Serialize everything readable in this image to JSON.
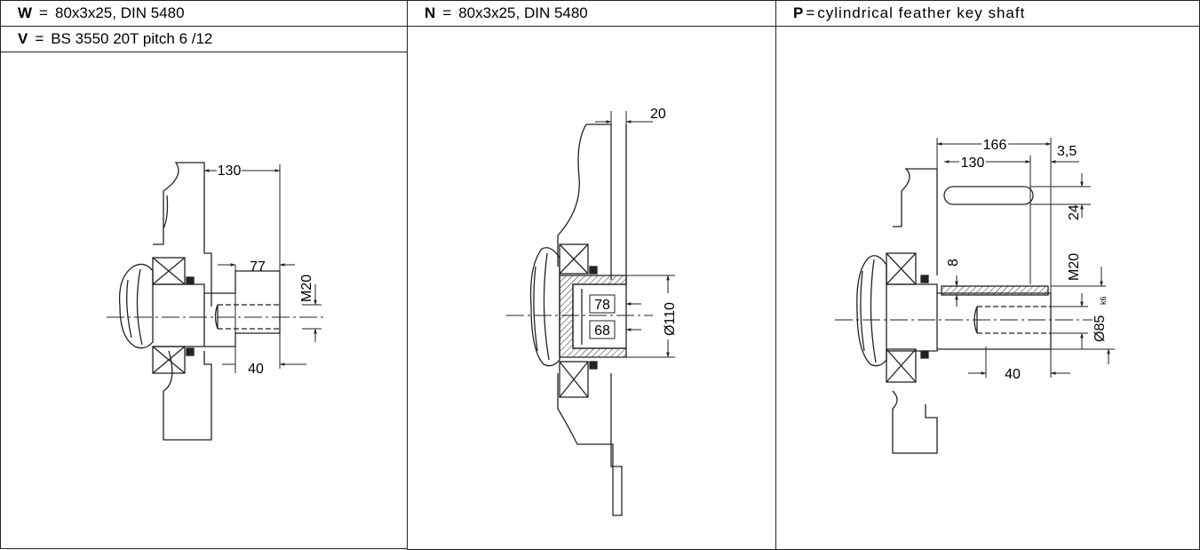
{
  "headers": {
    "w": {
      "letter": "W",
      "eq": "=",
      "text": "80x3x25, DIN 5480"
    },
    "n": {
      "letter": "N",
      "eq": "=",
      "text": "80x3x25, DIN 5480"
    },
    "p": {
      "letter": "P",
      "eq": "=",
      "text": "cylindrical feather key shaft"
    },
    "v": {
      "letter": "V",
      "eq": "=",
      "text": "BS 3550 20T pitch 6 /12"
    }
  },
  "dims_w": {
    "d130": "130",
    "d77": "77",
    "m20": "M20",
    "d40": "40"
  },
  "dims_n": {
    "d20": "20",
    "d78": "78",
    "d68": "68",
    "d110": "Ø110"
  },
  "dims_p": {
    "d166": "166",
    "d130": "130",
    "d35": "3,5",
    "d24": "24",
    "d8": "8",
    "m20": "M20",
    "d85": "Ø85",
    "k6": "k6",
    "d40": "40"
  },
  "colors": {
    "line": "#222222",
    "background": "#ffffff"
  }
}
